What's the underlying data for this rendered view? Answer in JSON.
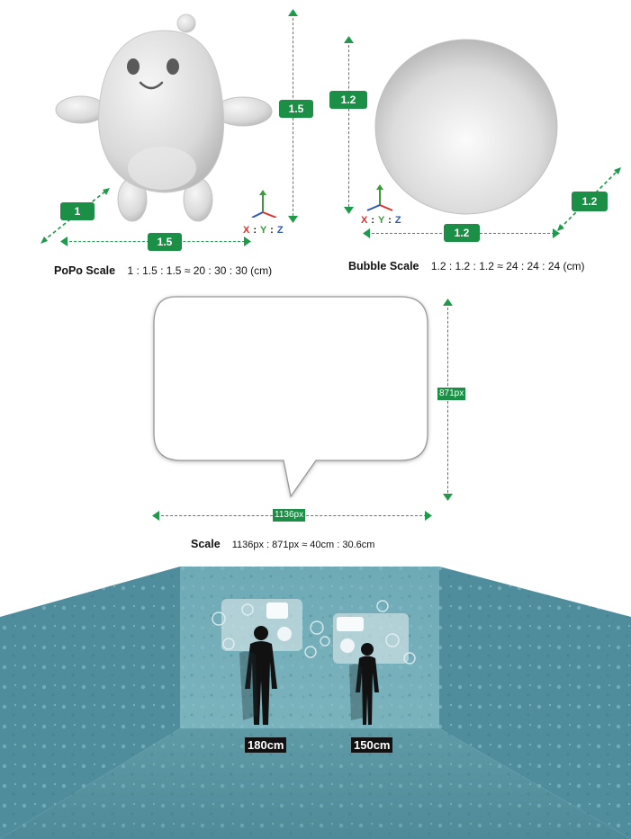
{
  "popo": {
    "dims": {
      "depth": "1",
      "height": "1.5",
      "width": "1.5"
    },
    "axis": {
      "x": "X",
      "y": "Y",
      "z": "Z",
      "sep": ":"
    },
    "caption": {
      "title": "PoPo Scale",
      "ratio": "1 : 1.5 : 1.5 ≈ 20 : 30 : 30 (cm)"
    }
  },
  "bubble": {
    "dims": {
      "height": "1.2",
      "width": "1.2",
      "depth": "1.2"
    },
    "axis": {
      "x": "X",
      "y": "Y",
      "z": "Z",
      "sep": ":"
    },
    "caption": {
      "title": "Bubble Scale",
      "ratio": "1.2 : 1.2 : 1.2 ≈ 24 : 24 : 24 (cm)"
    }
  },
  "speech": {
    "height_label": "871px",
    "width_label": "1136px",
    "caption": {
      "title": "Scale",
      "ratio": "1136px : 871px  ≈ 40cm : 30.6cm"
    }
  },
  "room": {
    "person1_label": "180cm",
    "person2_label": "150cm"
  },
  "colors": {
    "accent": "#1b8f45",
    "water": "#5e9fad",
    "x_axis": "#d9322a",
    "y_axis": "#3c9a3c",
    "z_axis": "#2b57b8"
  }
}
